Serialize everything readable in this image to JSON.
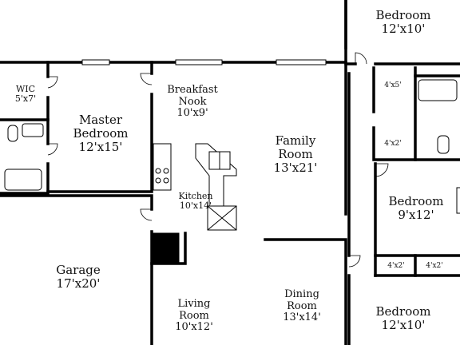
{
  "rooms": {
    "bedroom_top": {
      "name": "Bedroom",
      "dims": "12'x10'"
    },
    "wic": {
      "name": "WIC",
      "dims": "5'x7'"
    },
    "master": {
      "name1": "Master",
      "name2": "Bedroom",
      "dims": "12'x15'"
    },
    "nook": {
      "name1": "Breakfast",
      "name2": "Nook",
      "dims": "10'x9'"
    },
    "family": {
      "name1": "Family",
      "name2": "Room",
      "dims": "13'x21'"
    },
    "closet_a": {
      "dims": "4'x5'"
    },
    "closet_b": {
      "dims": "4'x2'"
    },
    "kitchen": {
      "name": "Kitchen",
      "dims": "10'x14'"
    },
    "bedroom_mid": {
      "name": "Bedroom",
      "dims": "9'x12'"
    },
    "garage": {
      "name": "Garage",
      "dims": "17'x20'"
    },
    "closet_c": {
      "dims": "4'x2'"
    },
    "closet_d": {
      "dims": "4'x2'"
    },
    "living": {
      "name1": "Living",
      "name2": "Room",
      "dims": "10'x12'"
    },
    "dining": {
      "name1": "Dining",
      "name2": "Room",
      "dims": "13'x14'"
    },
    "bedroom_bottom": {
      "name": "Bedroom",
      "dims": "12'x10'"
    }
  }
}
